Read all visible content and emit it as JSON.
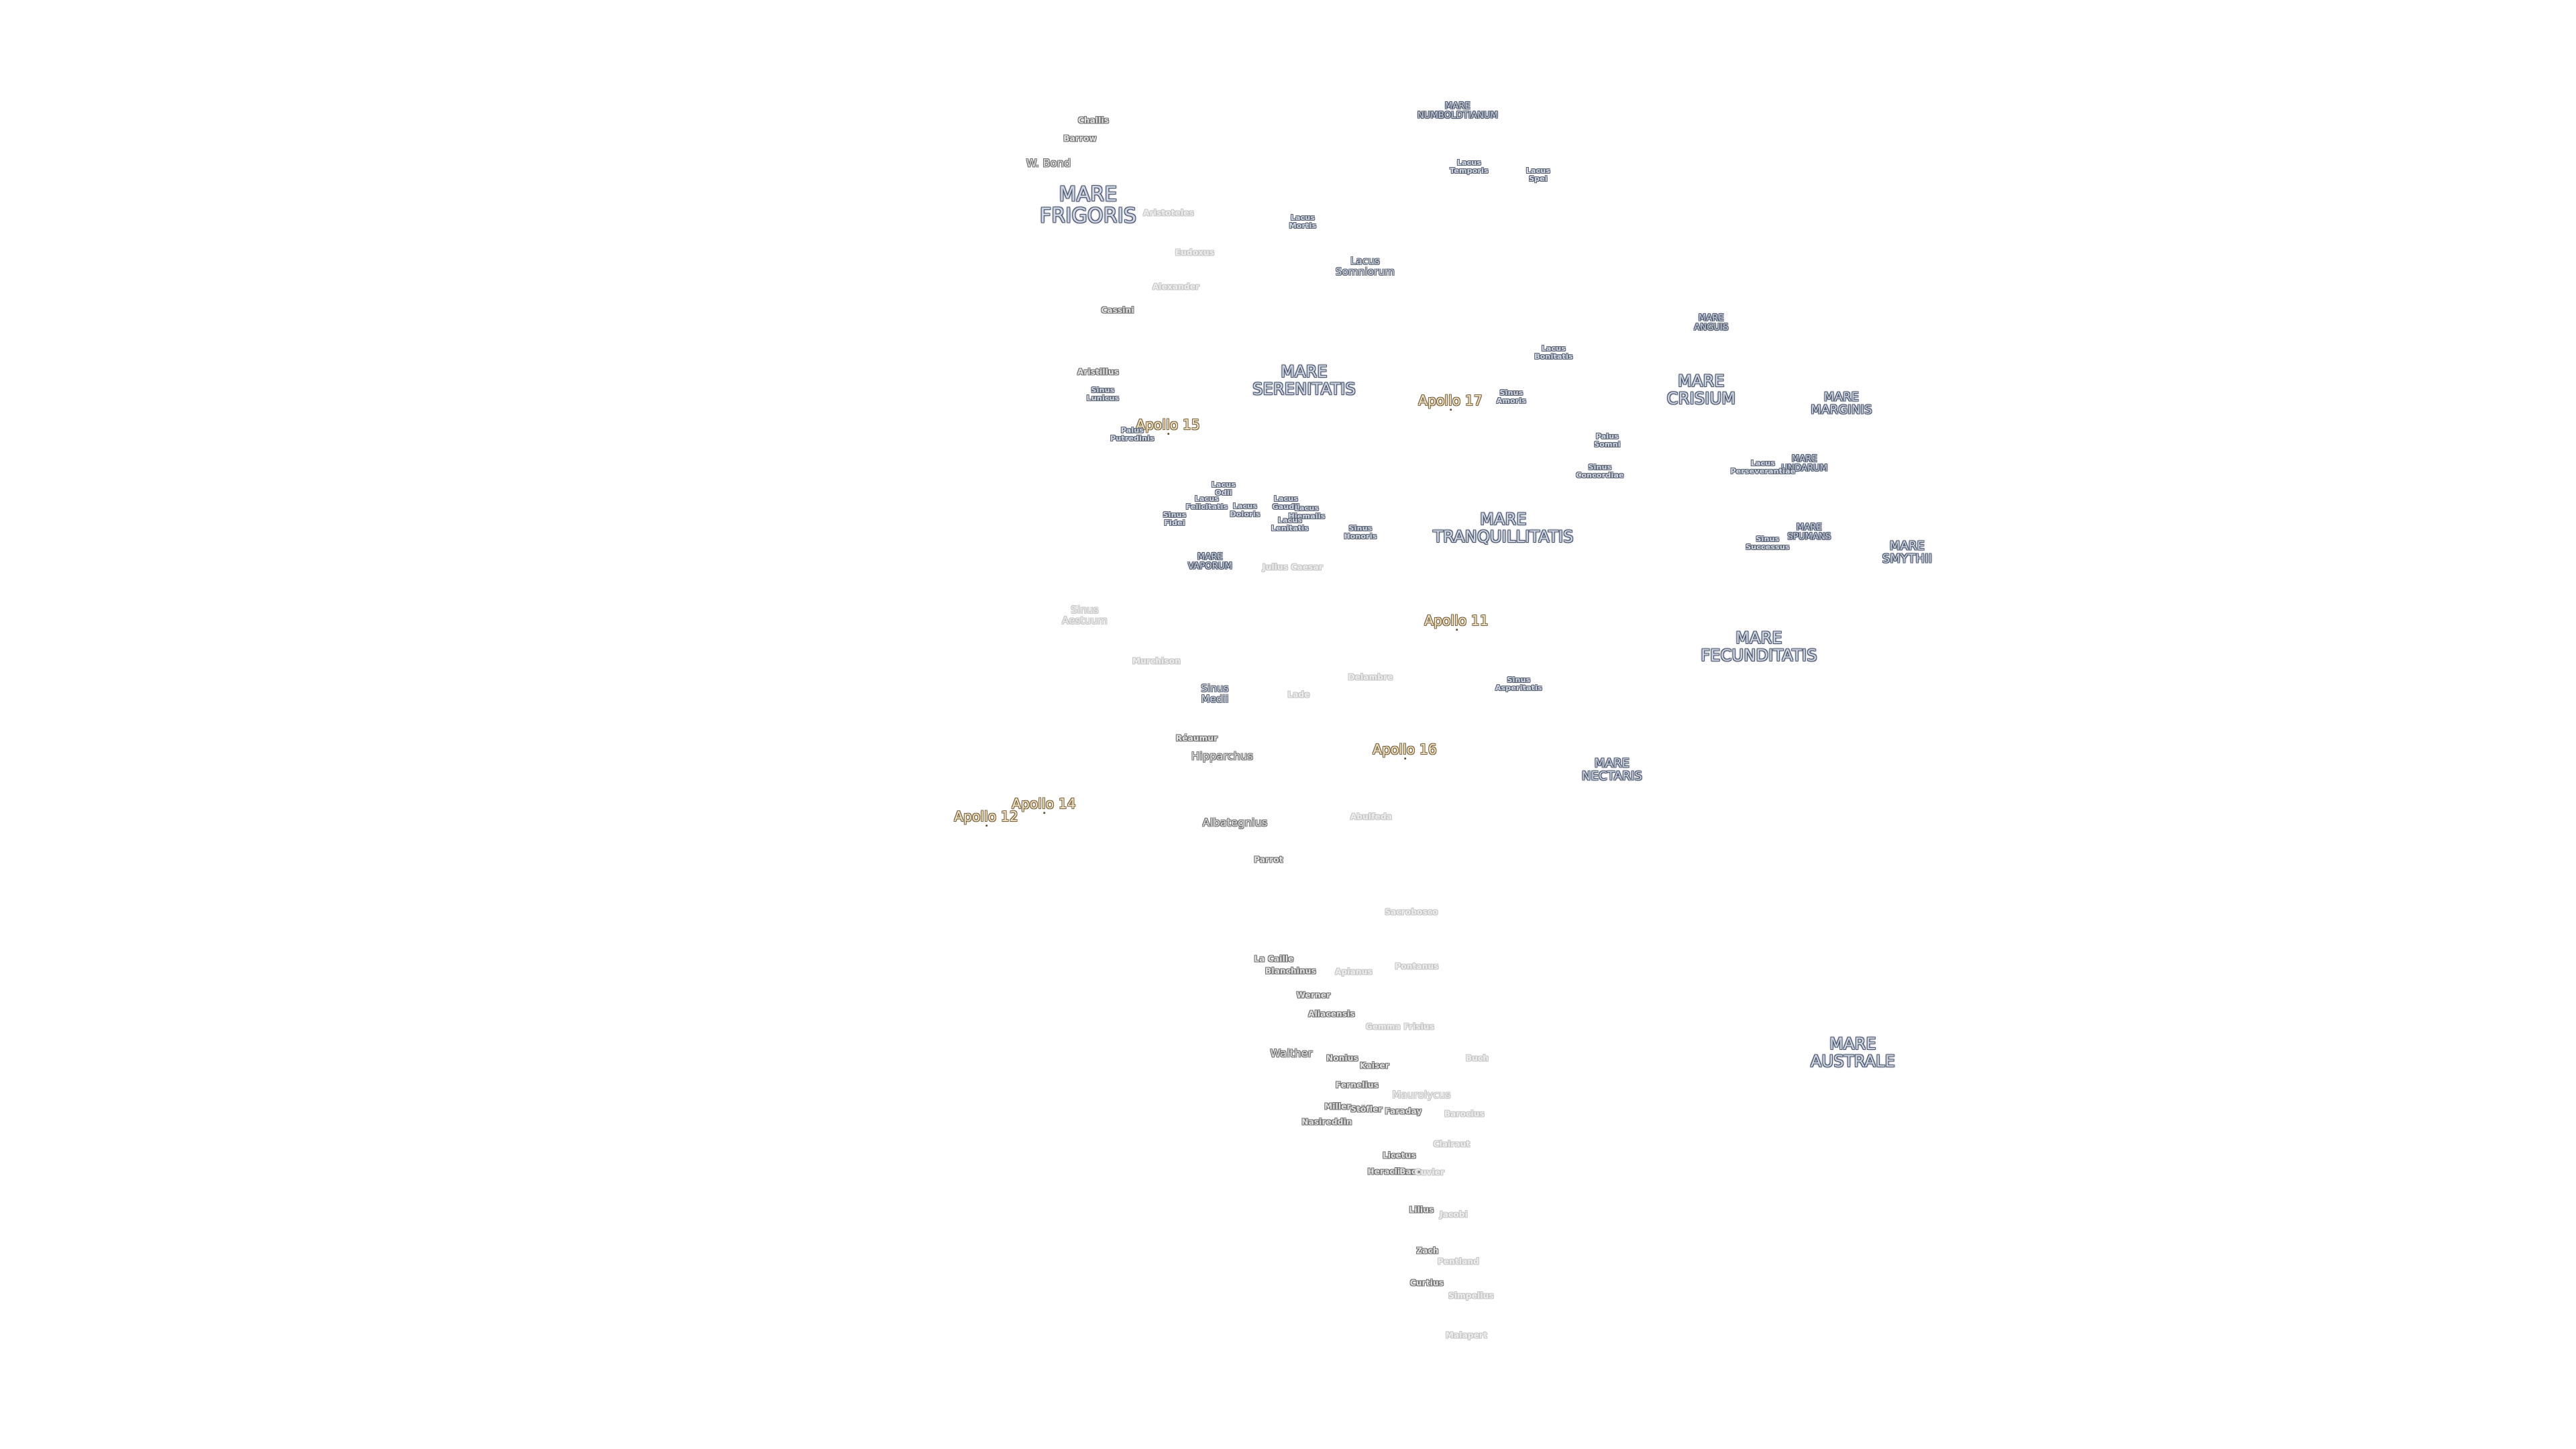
{
  "map": {
    "labels": [
      {
        "text": "MARE\nNUMBOLDTIANUM",
        "kind": "mare",
        "size": "s"
      },
      {
        "text": "Challis",
        "kind": "crater",
        "size": "s"
      },
      {
        "text": "Barrow",
        "kind": "crater",
        "size": "s"
      },
      {
        "text": "W. Bond",
        "kind": "crater",
        "size": "m"
      },
      {
        "text": "MARE\nFRIGORIS",
        "kind": "mare",
        "size": "xl"
      },
      {
        "text": "Aristoteles",
        "kind": "crater-faint",
        "size": "s"
      },
      {
        "text": "Lacus\nTemporis",
        "kind": "minor",
        "size": "s"
      },
      {
        "text": "Lacus\nSpei",
        "kind": "minor",
        "size": "s"
      },
      {
        "text": "Lacus\nMortis",
        "kind": "minor",
        "size": "s"
      },
      {
        "text": "Eudoxus",
        "kind": "crater-faint",
        "size": "s"
      },
      {
        "text": "Lacus\nSomniorum",
        "kind": "minor",
        "size": "m"
      },
      {
        "text": "Alexander",
        "kind": "crater-faint",
        "size": "s"
      },
      {
        "text": "Cassini",
        "kind": "crater",
        "size": "s"
      },
      {
        "text": "MARE\nANGUIS",
        "kind": "mare",
        "size": "s"
      },
      {
        "text": "Lacus\nBonitatis",
        "kind": "minor",
        "size": "s"
      },
      {
        "text": "Aristillus",
        "kind": "crater",
        "size": "s"
      },
      {
        "text": "MARE\nSERENITATIS",
        "kind": "mare",
        "size": "l"
      },
      {
        "text": "MARE\nCRISIUM",
        "kind": "mare",
        "size": "l"
      },
      {
        "text": "Sinus\nLunicus",
        "kind": "minor",
        "size": "s"
      },
      {
        "text": "Apollo 17",
        "kind": "apollo",
        "size": "m"
      },
      {
        "text": "Sinus\nAmoris",
        "kind": "minor",
        "size": "s"
      },
      {
        "text": "MARE\nMARGINIS",
        "kind": "mare",
        "size": "m"
      },
      {
        "text": "Apollo 15",
        "kind": "apollo",
        "size": "m"
      },
      {
        "text": "Palus\nPutredinis",
        "kind": "minor",
        "size": "s"
      },
      {
        "text": "Palus\nSomni",
        "kind": "minor",
        "size": "s"
      },
      {
        "text": "Sinus\nConcordiae",
        "kind": "minor",
        "size": "s"
      },
      {
        "text": "MARE\nUNDARUM",
        "kind": "mare",
        "size": "s"
      },
      {
        "text": "Lacus\nPerseverantiae",
        "kind": "minor",
        "size": "s"
      },
      {
        "text": "Lacus\nOdii",
        "kind": "minor",
        "size": "s"
      },
      {
        "text": "Lacus\nFelicitatis",
        "kind": "minor",
        "size": "s"
      },
      {
        "text": "Lacus\nDoloris",
        "kind": "minor",
        "size": "s"
      },
      {
        "text": "Lacus\nGaudii",
        "kind": "minor",
        "size": "s"
      },
      {
        "text": "Lacus\nHiemalis",
        "kind": "minor",
        "size": "s"
      },
      {
        "text": "Lacus\nLenitatis",
        "kind": "minor",
        "size": "s"
      },
      {
        "text": "Sinus\nFidei",
        "kind": "minor",
        "size": "s"
      },
      {
        "text": "Sinus\nHonoris",
        "kind": "minor",
        "size": "s"
      },
      {
        "text": "MARE\nTRANQUILLITATIS",
        "kind": "mare",
        "size": "l"
      },
      {
        "text": "MARE\nSPUMANS",
        "kind": "mare",
        "size": "s"
      },
      {
        "text": "Sinus\nSuccessus",
        "kind": "minor",
        "size": "s"
      },
      {
        "text": "MARE\nSMYTHII",
        "kind": "mare",
        "size": "m"
      },
      {
        "text": "MARE\nVAPORUM",
        "kind": "mare",
        "size": "s"
      },
      {
        "text": "Julius Caesar",
        "kind": "crater-faint",
        "size": "s"
      },
      {
        "text": "Sinus\nAestuum",
        "kind": "minor-faint",
        "size": "m"
      },
      {
        "text": "Apollo 11",
        "kind": "apollo",
        "size": "m"
      },
      {
        "text": "MARE\nFECUNDITATIS",
        "kind": "mare",
        "size": "l"
      },
      {
        "text": "Murchison",
        "kind": "crater-faint",
        "size": "s"
      },
      {
        "text": "Sinus\nMedii",
        "kind": "minor",
        "size": "m"
      },
      {
        "text": "Lade",
        "kind": "crater-faint",
        "size": "s"
      },
      {
        "text": "Delambre",
        "kind": "crater-faint",
        "size": "s"
      },
      {
        "text": "Sinus\nAsperitatis",
        "kind": "minor",
        "size": "s"
      },
      {
        "text": "Réaumur",
        "kind": "crater",
        "size": "s"
      },
      {
        "text": "Hipparchus",
        "kind": "crater",
        "size": "m"
      },
      {
        "text": "Apollo 16",
        "kind": "apollo",
        "size": "m"
      },
      {
        "text": "MARE\nNECTARIS",
        "kind": "mare",
        "size": "m"
      },
      {
        "text": "Apollo 14",
        "kind": "apollo",
        "size": "m"
      },
      {
        "text": "Apollo 12",
        "kind": "apollo",
        "size": "m"
      },
      {
        "text": "Albategnius",
        "kind": "crater",
        "size": "m"
      },
      {
        "text": "Abulfeda",
        "kind": "crater-faint",
        "size": "s"
      },
      {
        "text": "Parrot",
        "kind": "crater",
        "size": "s"
      },
      {
        "text": "Sacrobosco",
        "kind": "crater-faint",
        "size": "s"
      },
      {
        "text": "La Caille",
        "kind": "crater",
        "size": "s"
      },
      {
        "text": "Blanchinus",
        "kind": "crater",
        "size": "s"
      },
      {
        "text": "Apianus",
        "kind": "crater-faint",
        "size": "s"
      },
      {
        "text": "Pontanus",
        "kind": "crater-faint",
        "size": "s"
      },
      {
        "text": "Werner",
        "kind": "crater",
        "size": "s"
      },
      {
        "text": "Aliacensis",
        "kind": "crater",
        "size": "s"
      },
      {
        "text": "Gemma Frisius",
        "kind": "crater-faint",
        "size": "s"
      },
      {
        "text": "MARE\nAUSTRALE",
        "kind": "mare",
        "size": "l"
      },
      {
        "text": "Walther",
        "kind": "crater",
        "size": "m"
      },
      {
        "text": "Nonius",
        "kind": "crater",
        "size": "s"
      },
      {
        "text": "Kaiser",
        "kind": "crater",
        "size": "s"
      },
      {
        "text": "Buch",
        "kind": "crater-faint",
        "size": "s"
      },
      {
        "text": "Fernelius",
        "kind": "crater",
        "size": "s"
      },
      {
        "text": "Maurolycus",
        "kind": "crater-faint",
        "size": "m"
      },
      {
        "text": "Miller",
        "kind": "crater",
        "size": "s"
      },
      {
        "text": "Stöfler",
        "kind": "crater",
        "size": "s"
      },
      {
        "text": "Faraday",
        "kind": "crater",
        "size": "s"
      },
      {
        "text": "Barocius",
        "kind": "crater-faint",
        "size": "s"
      },
      {
        "text": "Nasireddin",
        "kind": "crater",
        "size": "s"
      },
      {
        "text": "Clairaut",
        "kind": "crater-faint",
        "size": "s"
      },
      {
        "text": "Licetus",
        "kind": "crater",
        "size": "s"
      },
      {
        "text": "Heraclitus",
        "kind": "crater",
        "size": "s"
      },
      {
        "text": "Baco",
        "kind": "crater",
        "size": "s"
      },
      {
        "text": "Cuvier",
        "kind": "crater-faint",
        "size": "s"
      },
      {
        "text": "Lilius",
        "kind": "crater",
        "size": "s"
      },
      {
        "text": "Jacobi",
        "kind": "crater-faint",
        "size": "s"
      },
      {
        "text": "Zach",
        "kind": "crater",
        "size": "s"
      },
      {
        "text": "Pentland",
        "kind": "crater-faint",
        "size": "s"
      },
      {
        "text": "Curtius",
        "kind": "crater",
        "size": "s"
      },
      {
        "text": "Simpelius",
        "kind": "crater-faint",
        "size": "s"
      },
      {
        "text": "Malapert",
        "kind": "crater-faint",
        "size": "s"
      }
    ]
  }
}
